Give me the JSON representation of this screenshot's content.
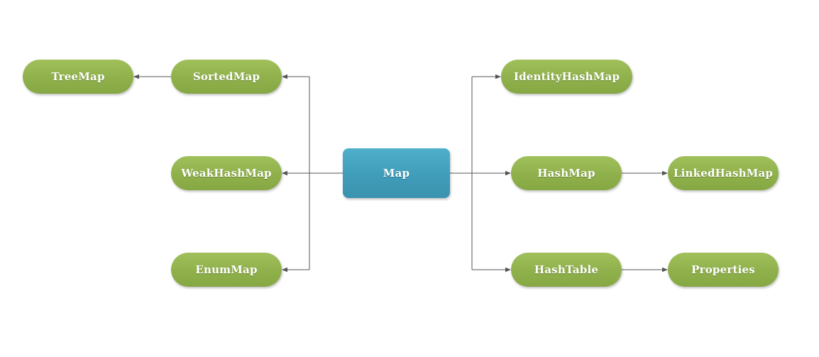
{
  "diagram": {
    "root": {
      "label": "Map"
    },
    "nodes": {
      "treemap": "TreeMap",
      "sortedmap": "SortedMap",
      "weakhashmap": "WeakHashMap",
      "enummap": "EnumMap",
      "identityhashmap": "IdentityHashMap",
      "hashmap": "HashMap",
      "linkedhashmap": "LinkedHashMap",
      "hashtable": "HashTable",
      "properties": "Properties"
    },
    "edges": [
      {
        "from": "Map",
        "to": "SortedMap"
      },
      {
        "from": "Map",
        "to": "WeakHashMap"
      },
      {
        "from": "Map",
        "to": "EnumMap"
      },
      {
        "from": "SortedMap",
        "to": "TreeMap"
      },
      {
        "from": "Map",
        "to": "IdentityHashMap"
      },
      {
        "from": "Map",
        "to": "HashMap"
      },
      {
        "from": "Map",
        "to": "HashTable"
      },
      {
        "from": "HashMap",
        "to": "LinkedHashMap"
      },
      {
        "from": "HashTable",
        "to": "Properties"
      }
    ],
    "colors": {
      "leaf_node": "#8fb04a",
      "root_node": "#3f9bb8",
      "connector": "#555555",
      "text": "#ffffff"
    }
  }
}
